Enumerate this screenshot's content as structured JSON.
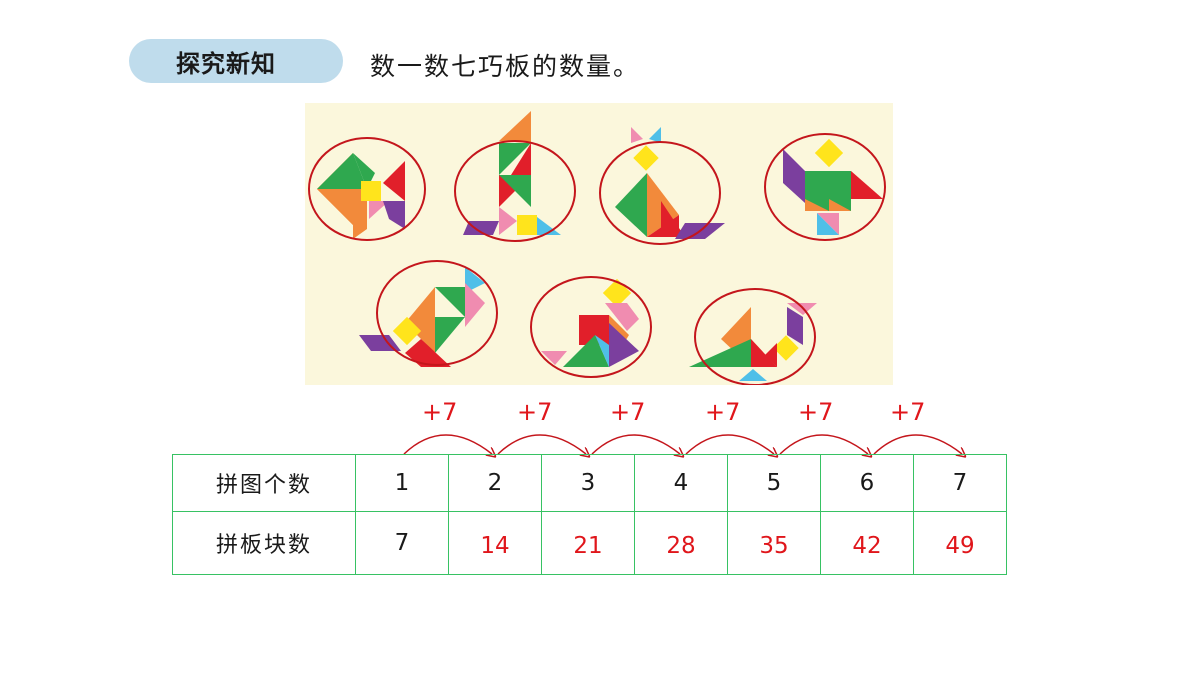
{
  "section_badge": "探究新知",
  "prompt": "数一数七巧板的数量。",
  "increments": [
    "+7",
    "+7",
    "+7",
    "+7",
    "+7",
    "+7"
  ],
  "table": {
    "row1_header": "拼图个数",
    "row1_values": [
      "1",
      "2",
      "3",
      "4",
      "5",
      "6",
      "7"
    ],
    "row2_header": "拼板块数",
    "row2_given": "7",
    "row2_answers": [
      "14",
      "21",
      "28",
      "35",
      "42",
      "49"
    ]
  },
  "colors": {
    "badge": "#bfdcec",
    "answer": "#e0161b",
    "table_border": "#37c263",
    "picture_bg": "#fbf7dc",
    "circle": "#c4161c"
  },
  "figures": [
    "fish",
    "boat",
    "cat",
    "person",
    "bird",
    "sitting-figure",
    "swan"
  ]
}
